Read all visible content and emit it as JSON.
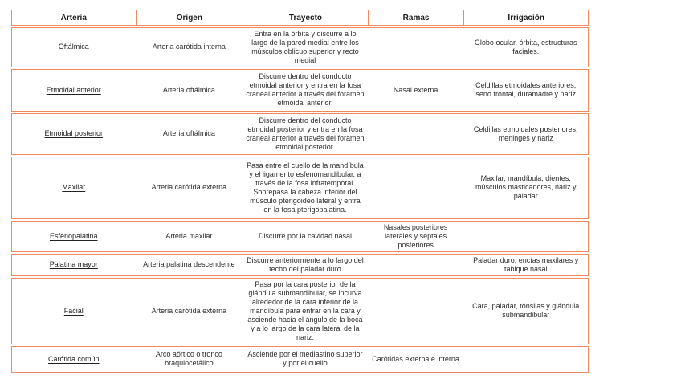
{
  "colors": {
    "border": "#EE8960",
    "text": "#2d2d2d"
  },
  "table": {
    "columns": {
      "arteria": "Arteria",
      "origen": "Origen",
      "trayecto": "Trayecto",
      "ramas": "Ramas",
      "irrigacion": "Irrigación"
    },
    "rows": [
      {
        "arteria": "Oftálmica",
        "origen": "Arteria carótida interna",
        "trayecto": "Entra en la órbita y discurre a lo largo de la pared medial entre los músculos oblicuo superior y recto medial",
        "ramas": "",
        "irrigacion": "Globo ocular, órbita, estructuras faciales."
      },
      {
        "arteria": "Etmoidal anterior",
        "origen": "Arteria oftálmica",
        "trayecto": "Discurre dentro del conducto etmoidal anterior y entra en la fosa craneal anterior a través del foramen etmoidal anterior.",
        "ramas": "Nasal externa",
        "irrigacion": "Celdillas etmoidales anteriores, seno frontal, duramadre y nariz"
      },
      {
        "arteria": "Etmoidal posterior",
        "origen": "Arteria oftálmica",
        "trayecto": "Discurre dentro del conducto etmoidal posterior y entra en la fosa craneal anterior a través del foramen etmoidal posterior.",
        "ramas": "",
        "irrigacion": "Celdillas etmoidales posteriores, meninges y nariz"
      },
      {
        "arteria": "Maxilar",
        "origen": "Arteria carótida externa",
        "trayecto": "Pasa entre el cuello de la mandíbula y el ligamento esfenomandibular, a través de la fosa infratemporal. Sobrepasa la cabeza inferior del músculo pterigoideo lateral y entra en la fosa pterigopalatina.",
        "ramas": "",
        "irrigacion": "Maxilar, mandíbula, dientes, músculos masticadores, nariz y paladar"
      },
      {
        "arteria": "Esfenopalatina",
        "origen": "Arteria maxilar",
        "trayecto": "Discurre por la cavidad nasal",
        "ramas": "Nasales posteriores laterales y septales posteriores",
        "irrigacion": ""
      },
      {
        "arteria": "Palatina mayor",
        "origen": "Arteria palatina descendente",
        "trayecto": "Discurre anteriormente a lo largo del techo del paladar duro",
        "ramas": "",
        "irrigacion": "Paladar duro, encías maxilares y tabique nasal"
      },
      {
        "arteria": "Facial",
        "origen": "Arteria carótida externa",
        "trayecto": "Pasa por la cara posterior de la glándula submandibular, se incurva alrededor de la cara inferior de la mandíbula para entrar en la cara y asciende hacia el ángulo de la boca y a lo largo de la cara lateral de la nariz.",
        "ramas": "",
        "irrigacion": "Cara, paladar, tónsilas y glándula submandibular"
      },
      {
        "arteria": "Carótida común",
        "origen": "Arco aórtico o tronco braquiocefálico",
        "trayecto": "Asciende por el mediastino superior y por el cuello",
        "ramas": "Carótidas externa e interna",
        "irrigacion": ""
      }
    ]
  }
}
